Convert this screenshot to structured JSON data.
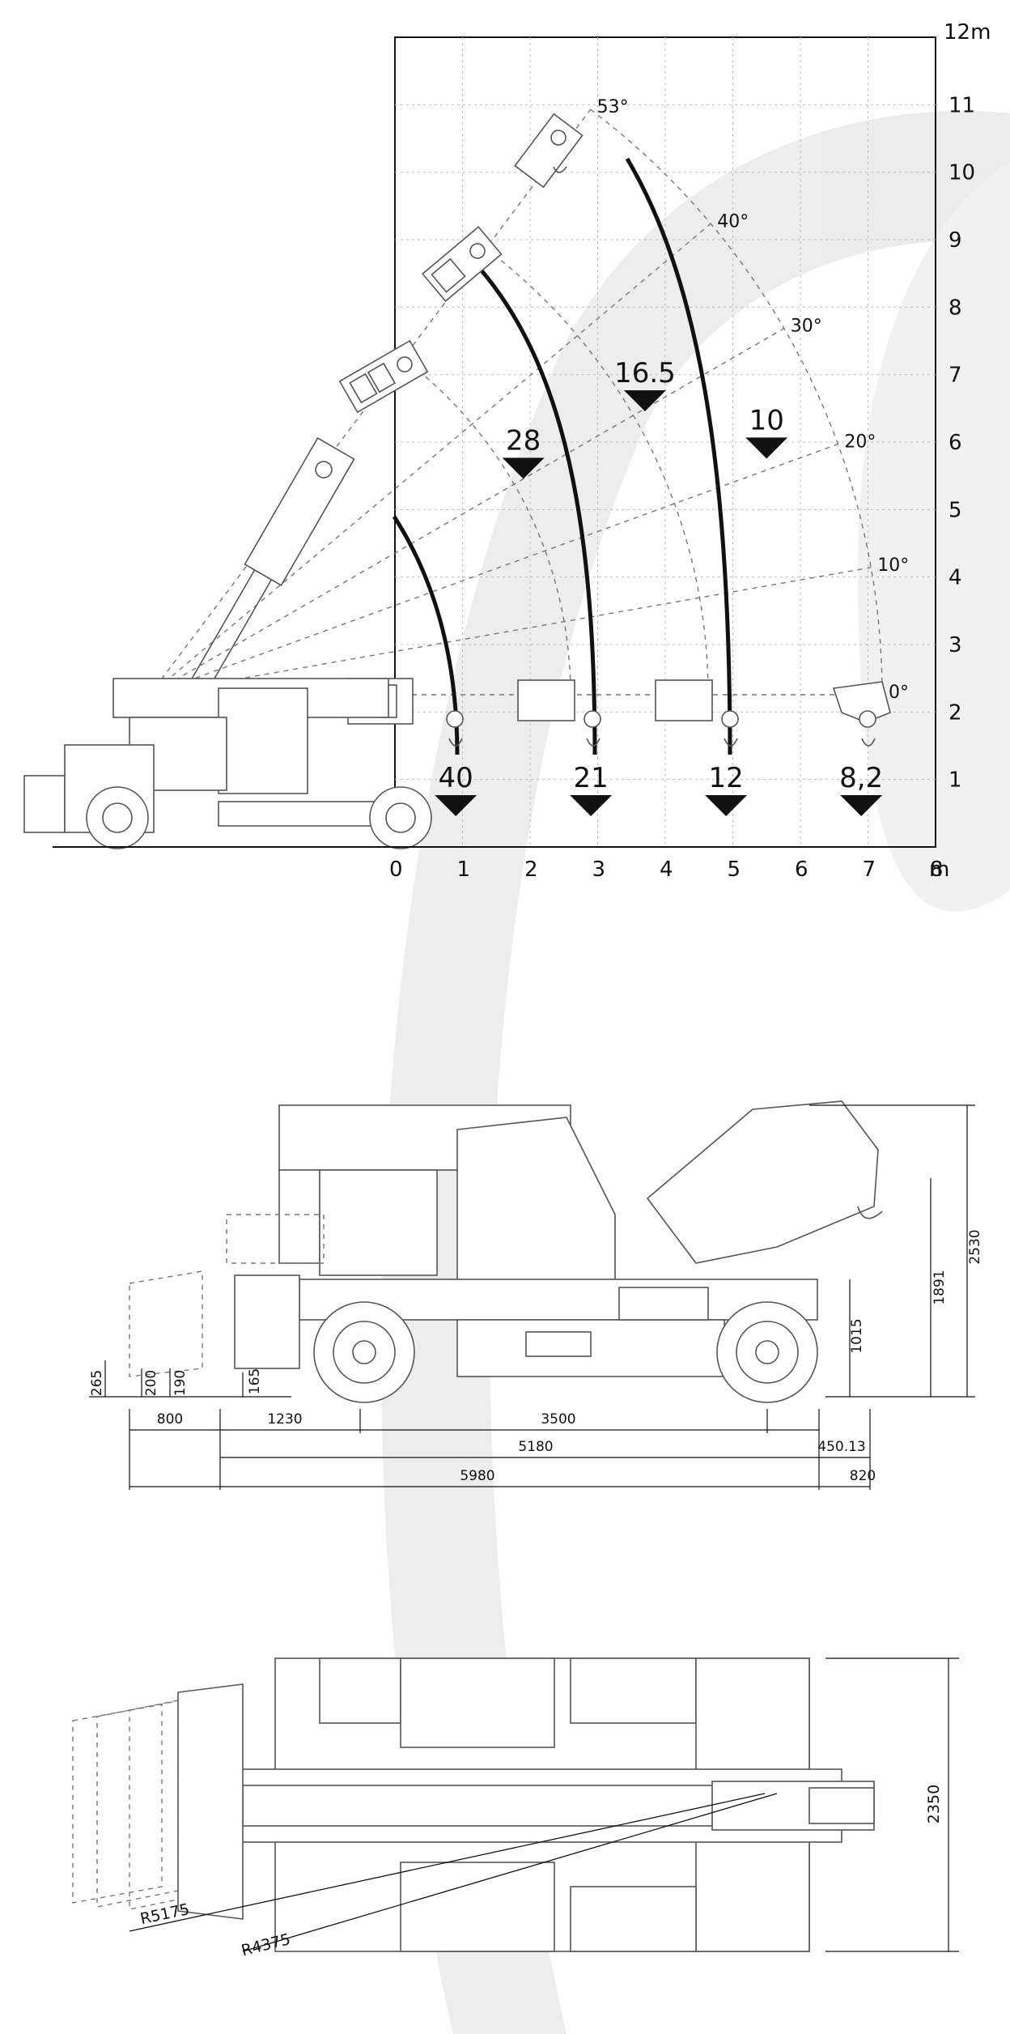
{
  "load_chart": {
    "x_unit": "m",
    "y_unit": "m",
    "y_top_label": "12m",
    "x_ticks": [
      "0",
      "1",
      "2",
      "3",
      "4",
      "5",
      "6",
      "7",
      "8"
    ],
    "y_ticks": [
      "1",
      "2",
      "3",
      "4",
      "5",
      "6",
      "7",
      "8",
      "9",
      "10",
      "11"
    ],
    "angles": [
      {
        "label": "53°",
        "deg": 53
      },
      {
        "label": "40°",
        "deg": 40
      },
      {
        "label": "30°",
        "deg": 30
      },
      {
        "label": "20°",
        "deg": 20
      },
      {
        "label": "10°",
        "deg": 10
      },
      {
        "label": "0°",
        "deg": 0
      }
    ],
    "load_markers": [
      {
        "label": "40",
        "x": 0.9,
        "y": 0.6
      },
      {
        "label": "21",
        "x": 2.9,
        "y": 0.6
      },
      {
        "label": "12",
        "x": 4.9,
        "y": 0.6
      },
      {
        "label": "8,2",
        "x": 6.9,
        "y": 0.6
      },
      {
        "label": "28",
        "x": 1.9,
        "y": 5.6
      },
      {
        "label": "16.5",
        "x": 3.7,
        "y": 6.6
      },
      {
        "label": "10",
        "x": 5.5,
        "y": 5.9
      }
    ]
  },
  "side_view": {
    "dims": [
      "265",
      "200",
      "190",
      "165",
      "800",
      "1230",
      "3500",
      "5180",
      "450.13",
      "5980",
      "820",
      "1015",
      "1891",
      "2530"
    ]
  },
  "top_view": {
    "dims": [
      "R5175",
      "R4375",
      "2350"
    ]
  }
}
